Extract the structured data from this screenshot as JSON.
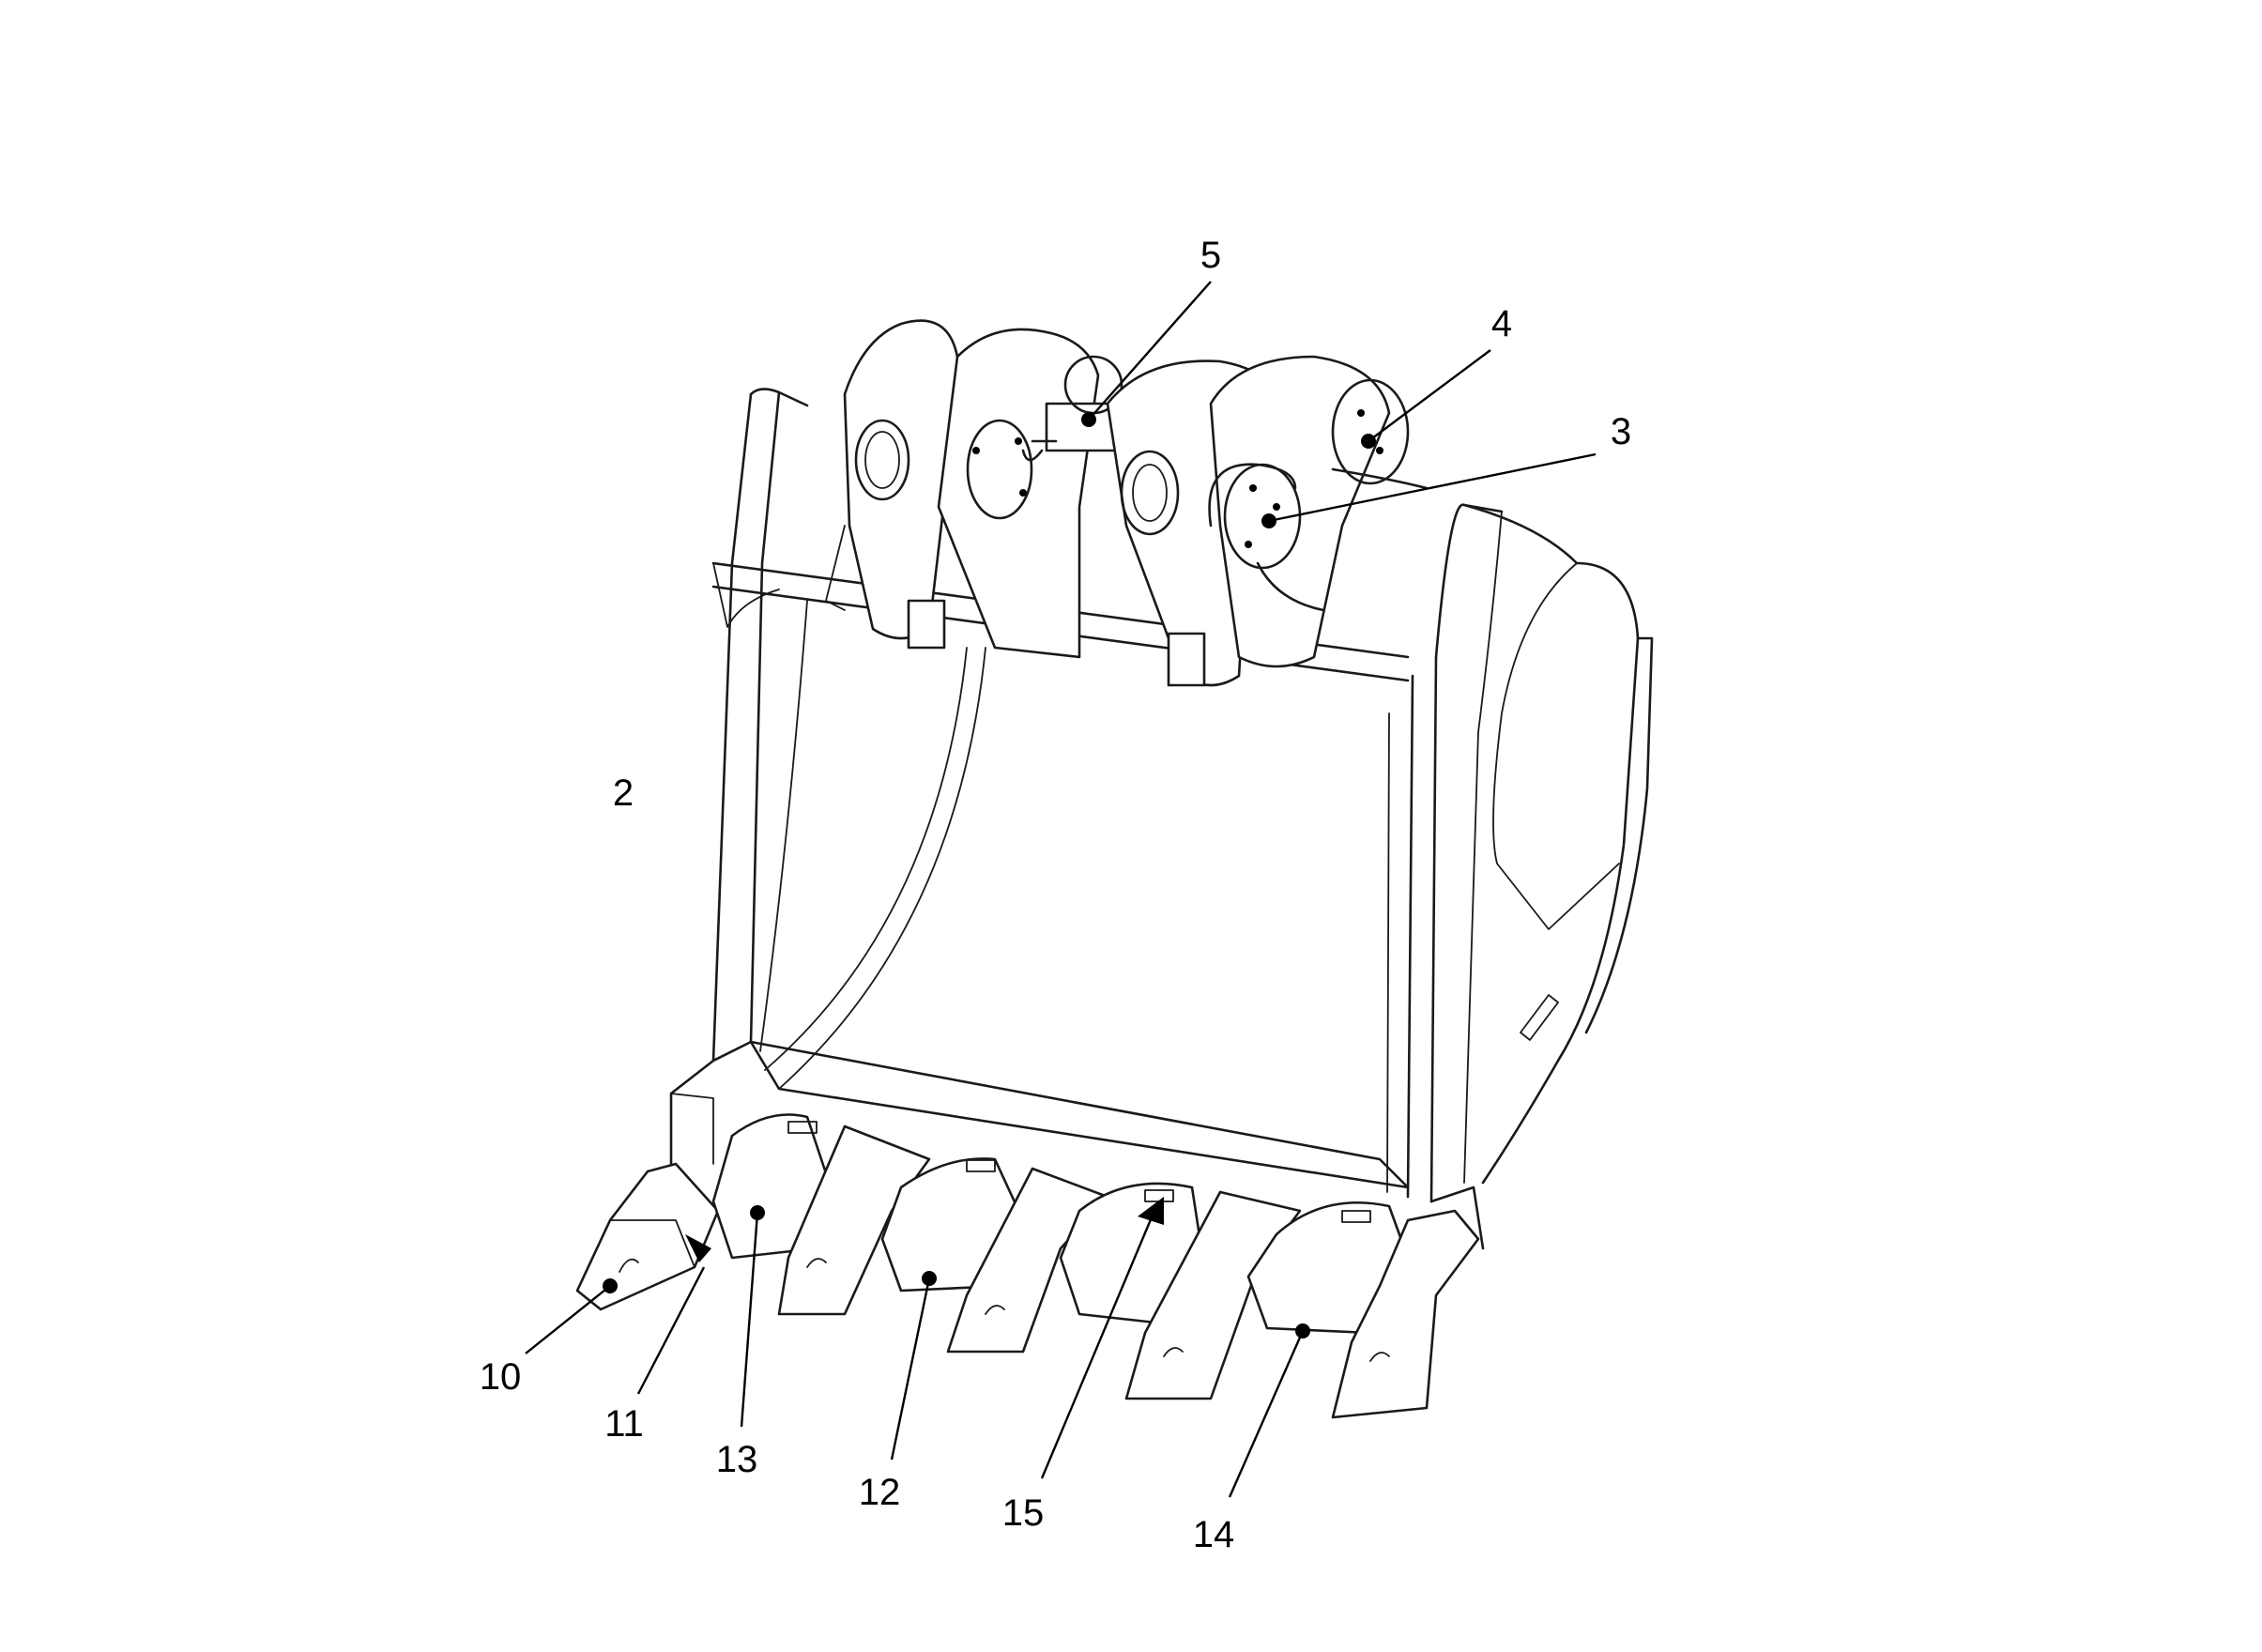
{
  "figure": {
    "callouts": [
      {
        "id": "c5",
        "label": "5"
      },
      {
        "id": "c4",
        "label": "4"
      },
      {
        "id": "c3",
        "label": "3"
      },
      {
        "id": "c2",
        "label": "2"
      },
      {
        "id": "c10",
        "label": "10"
      },
      {
        "id": "c11",
        "label": "11"
      },
      {
        "id": "c13",
        "label": "13"
      },
      {
        "id": "c12",
        "label": "12"
      },
      {
        "id": "c15",
        "label": "15"
      },
      {
        "id": "c14",
        "label": "14"
      }
    ]
  }
}
